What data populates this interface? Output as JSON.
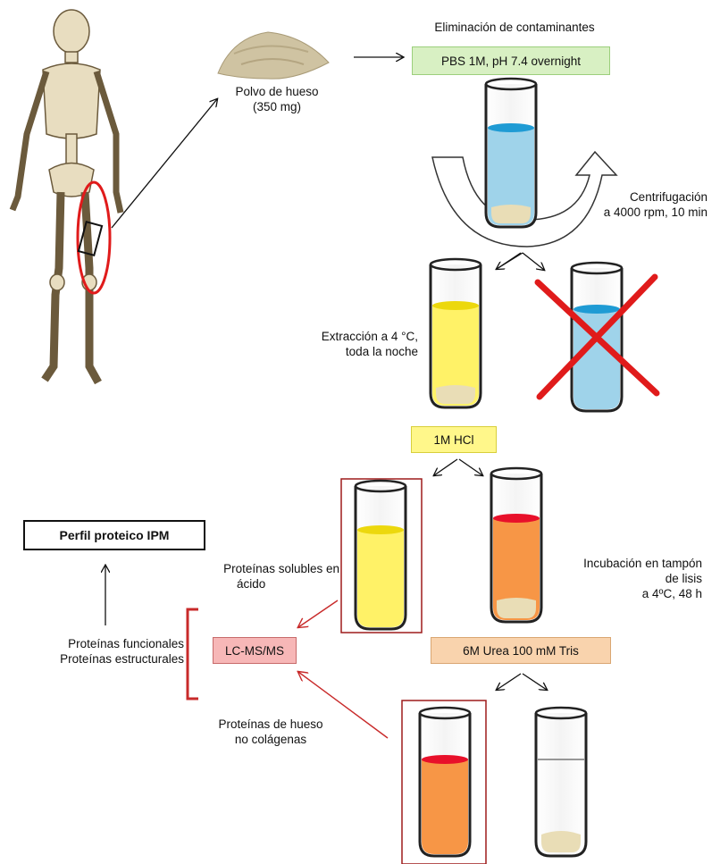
{
  "labels": {
    "removal_title": "Eliminación de contaminantes",
    "bone_powder_line1": "Polvo de hueso",
    "bone_powder_line2": "(350 mg)",
    "centrifugation_line1": "Centrifugación",
    "centrifugation_line2": "a 4000 rpm, 10 min",
    "extraction_line1": "Extracción a 4 °C,",
    "extraction_line2": "toda la noche",
    "acid_soluble_line1": "Proteínas solubles en",
    "acid_soluble_line2": "ácido",
    "incubation_line1": "Incubación en tampón",
    "incubation_line2": "de lisis",
    "incubation_line3": "a 4ºC, 48 h",
    "functional": "Proteínas funcionales",
    "structural": "Proteínas estructurales",
    "noncollagen_line1": "Proteínas de hueso",
    "noncollagen_line2": "no colágenas"
  },
  "boxes": {
    "pbs": "PBS 1M, pH 7.4 overnight",
    "hcl": "1M HCl",
    "profile": "Perfil proteico IPM",
    "lcms": "LC-MS/MS",
    "urea": "6M Urea 100 mM Tris"
  },
  "colors": {
    "blue_liquid": "#9fd3ea",
    "blue_meniscus": "#1f9bd4",
    "yellow_liquid": "#fff267",
    "orange_liquid": "#f79646",
    "red_meniscus": "#e8102a",
    "sediment": "#e9ddb6",
    "red_mark": "#e01b1b",
    "dark_red_frame": "#9e1b1b"
  }
}
